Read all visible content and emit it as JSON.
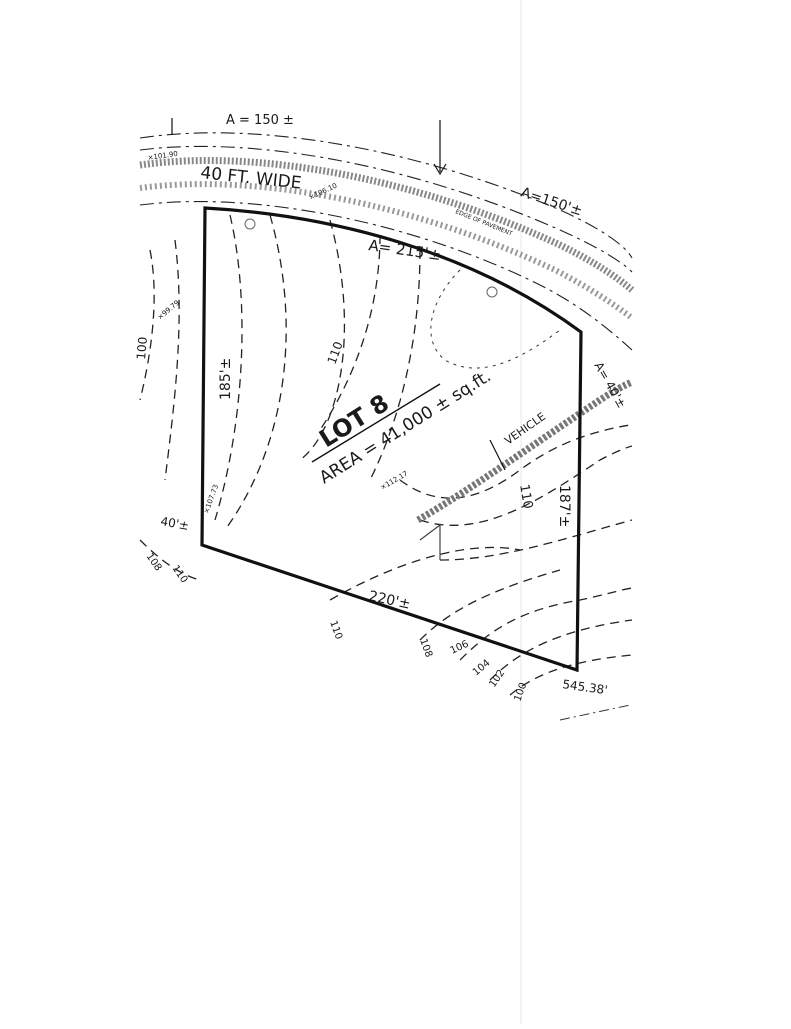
{
  "road": {
    "width_label": "40 FT. WIDE",
    "arc_top_label": "A = 150 ±",
    "arc_right_label": "A=150'±",
    "pavement_label": "EDGE OF PAVEMENT",
    "spot_elev_left": "×101.90",
    "spot_elev_road": "×106.10"
  },
  "lot": {
    "title": "LOT 8",
    "area": "AREA = 41,000 ± sq.ft.",
    "arc_front": "A= 215'±",
    "left_side": "185'±",
    "right_side": "187'±",
    "rear": "220'±",
    "corner_left": "40'±",
    "corner_right": "A= 40'±",
    "bearing_rear_right": "545.38'"
  },
  "spot_elevations": {
    "left_upper": "×99.79",
    "left_lower": "×107.73",
    "center": "×112.17"
  },
  "contours": {
    "c100_left": "100",
    "c110_left": "110",
    "c110_mid": "110",
    "c110_right": "110",
    "c108_left": "108",
    "c110_bottom": "110",
    "c110_rear": "110",
    "c108_rear": "108",
    "c106": "106",
    "c104": "104",
    "c102": "102",
    "c100_rear": "100"
  },
  "features": {
    "vehicle_label": "VEHICLE"
  }
}
